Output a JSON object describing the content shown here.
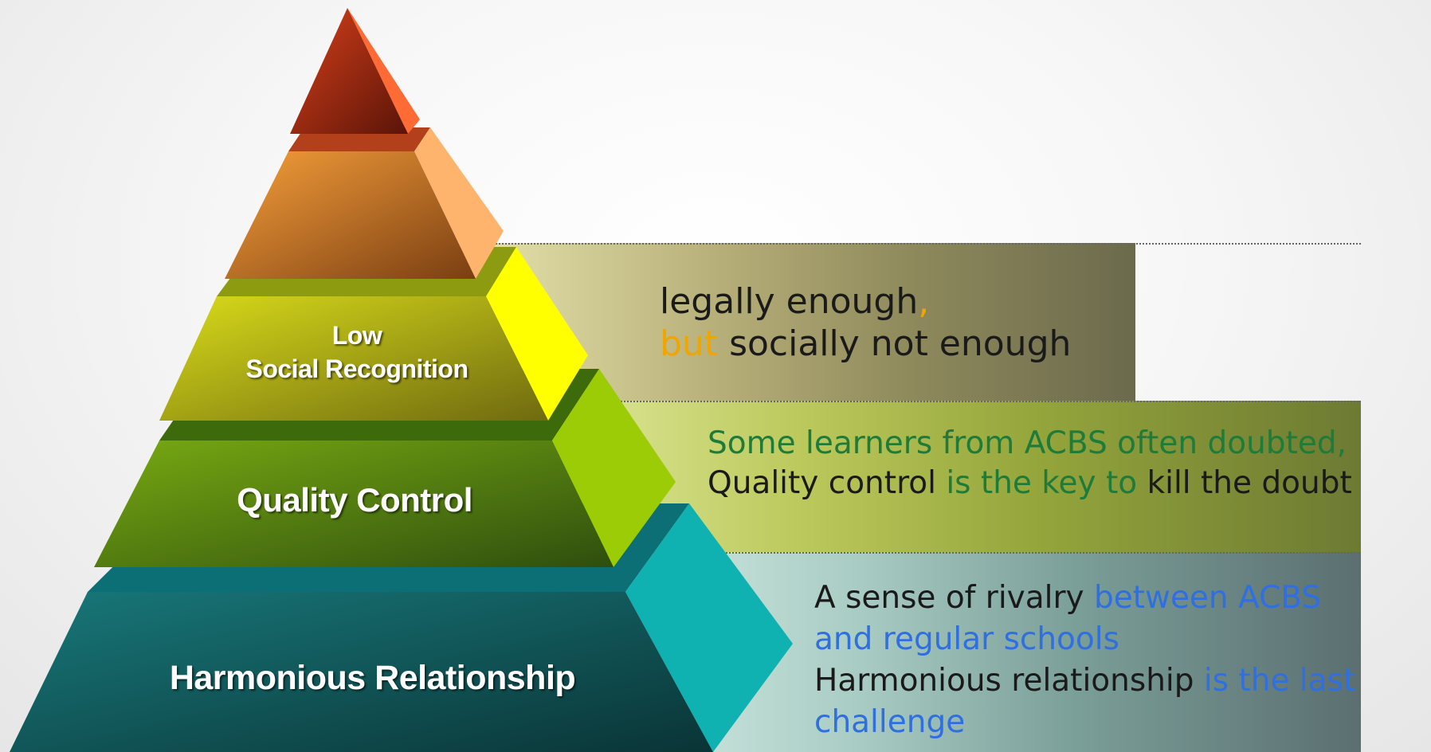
{
  "pyramid": {
    "tier3_label": [
      "Low",
      "Social Recognition"
    ],
    "tier2_label": "Quality Control",
    "tier1_label": "Harmonious Relationship"
  },
  "band3": {
    "line1": [
      {
        "text": "legally enough",
        "color": "#1a1a1a"
      },
      {
        "text": ",",
        "color": "#f0a500"
      }
    ],
    "line2": [
      {
        "text": "but",
        "color": "#f0a500"
      },
      {
        "text": " socially not enough",
        "color": "#1a1a1a"
      }
    ]
  },
  "band2": {
    "line1": [
      {
        "text": "Some learners from ACBS often doubted,",
        "color": "#1e7b3a"
      }
    ],
    "line2": [
      {
        "text": "Quality control",
        "color": "#1a1a1a"
      },
      {
        "text": " is the key to ",
        "color": "#1e7b3a"
      },
      {
        "text": "kill the doubt",
        "color": "#1a1a1a"
      }
    ]
  },
  "band1": {
    "line1": [
      {
        "text": "A sense of rivalry ",
        "color": "#1a1a1a"
      },
      {
        "text": "between ACBS",
        "color": "#2f6fe0"
      }
    ],
    "line2": [
      {
        "text": "and regular schools",
        "color": "#2f6fe0"
      }
    ],
    "line3": [
      {
        "text": "Harmonious relationship",
        "color": "#1a1a1a"
      },
      {
        "text": " is the last",
        "color": "#2f6fe0"
      }
    ],
    "line4": [
      {
        "text": "challenge",
        "color": "#2f6fe0"
      }
    ]
  }
}
